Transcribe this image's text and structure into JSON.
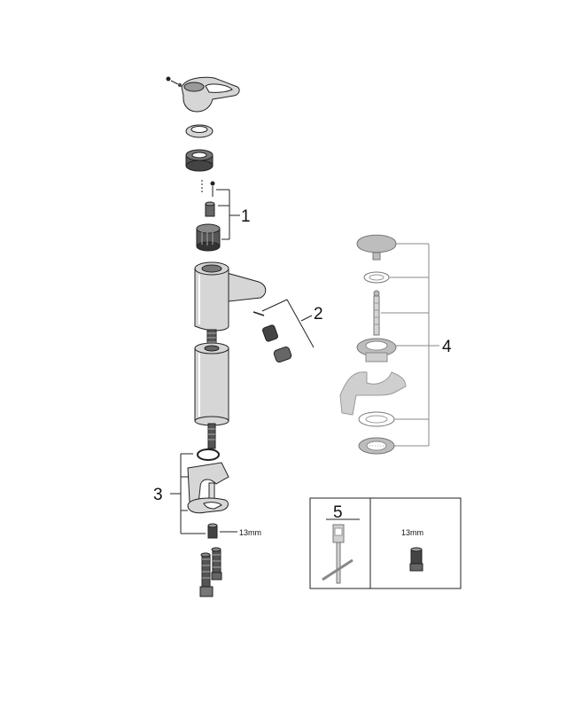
{
  "callouts": {
    "c1": "1",
    "c2": "2",
    "c3": "3",
    "c4": "4",
    "c5": "5"
  },
  "labels": {
    "nut_size_main": "13mm",
    "nut_size_box": "13mm"
  },
  "colors": {
    "line": "#222222",
    "chrome": "#d6d6d6",
    "ghost": "#bdbdbd"
  }
}
